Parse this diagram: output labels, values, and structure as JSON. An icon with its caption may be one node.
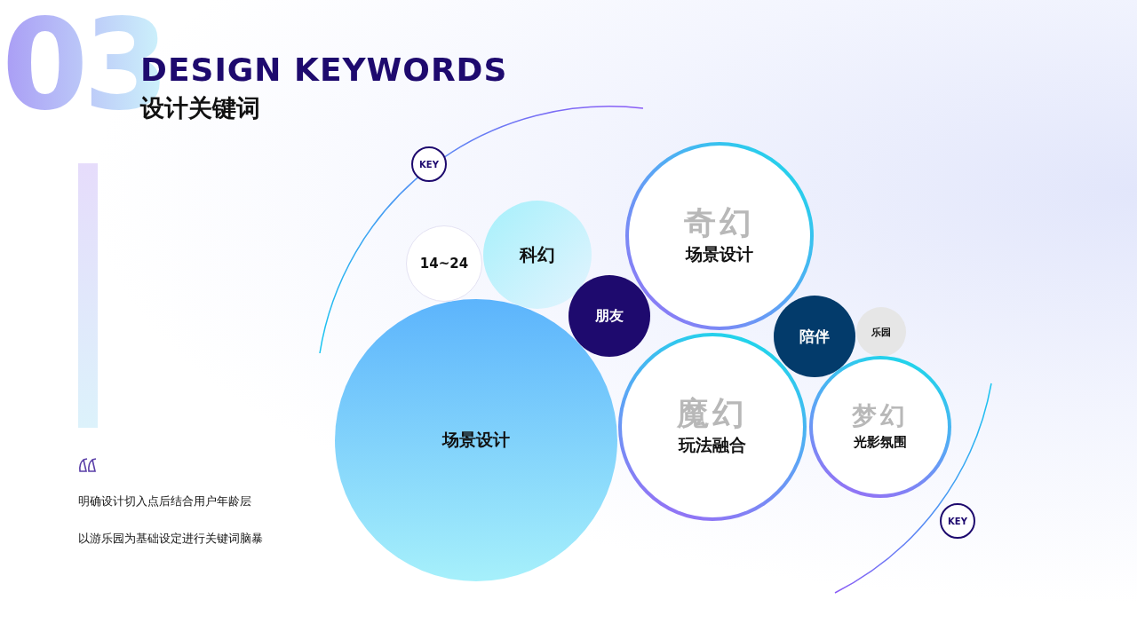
{
  "diagram": {
    "title": "DESIGN KEYWORDS",
    "nodes": [
      {
        "text": [
          "KEY"
        ]
      },
      {
        "text": [
          "14~24"
        ]
      },
      {
        "text": [
          "科幻"
        ]
      },
      {
        "text": [
          "朋友"
        ]
      },
      {
        "text": [
          "奇幻",
          "场景设计"
        ]
      },
      {
        "text": [
          "陪伴"
        ]
      },
      {
        "text": [
          "乐园"
        ]
      },
      {
        "text": [
          "场景设计"
        ]
      },
      {
        "text": [
          "魔幻",
          "玩法融合"
        ]
      },
      {
        "text": [
          "梦幻",
          "光影氛围"
        ]
      },
      {
        "text": [
          "KEY"
        ]
      }
    ],
    "labels": [
      "03",
      "设计关键词",
      "明确设计切入点后结合用户年龄层",
      "以游乐园为基础设定进行关键词脑暴"
    ]
  }
}
